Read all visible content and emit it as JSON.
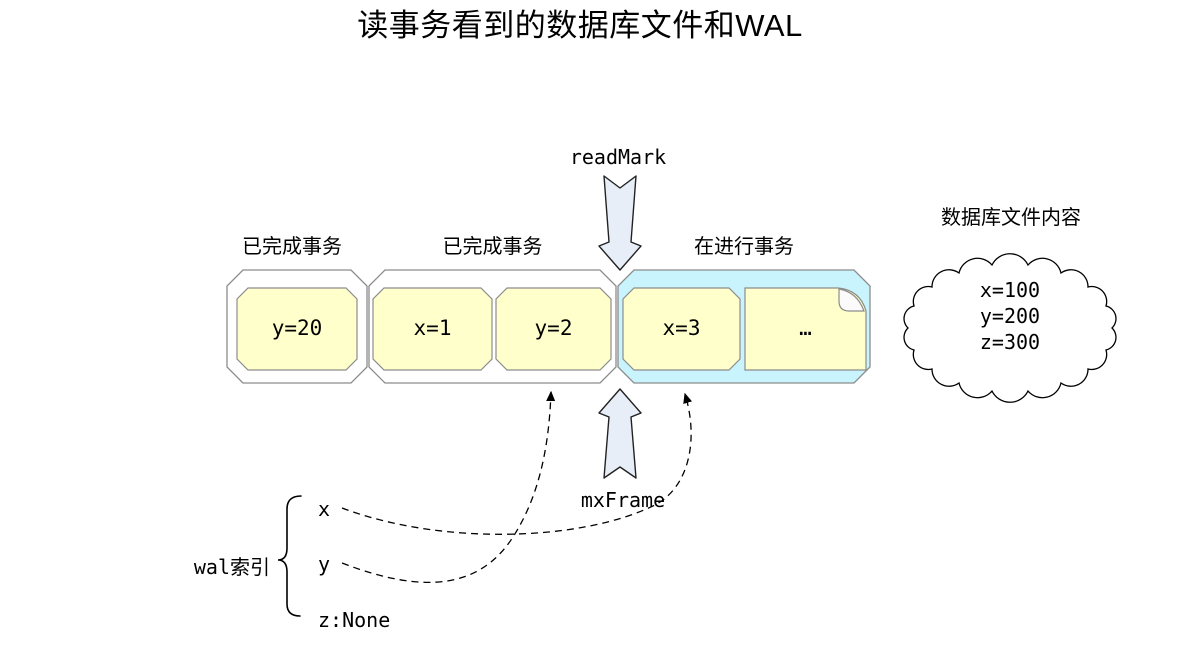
{
  "title": "读事务看到的数据库文件和WAL",
  "colors": {
    "frame_fill": "#ffffcc",
    "in_progress_fill": "#c9f4fd",
    "group_fill": "#ffffff",
    "arrow_fill": "#e8eef7",
    "page_fold_fill": "#fbfbfb",
    "border": "#8c8c8c"
  },
  "pointers": {
    "read_mark": "readMark",
    "mx_frame": "mxFrame"
  },
  "wal": {
    "groups": [
      {
        "label": "已完成事务",
        "state": "completed",
        "frames": [
          {
            "text": "y=20"
          }
        ]
      },
      {
        "label": "已完成事务",
        "state": "completed",
        "frames": [
          {
            "text": "x=1"
          },
          {
            "text": "y=2"
          }
        ]
      },
      {
        "label": "在进行事务",
        "state": "in-progress",
        "frames": [
          {
            "text": "x=3"
          },
          {
            "text": "…"
          }
        ]
      }
    ]
  },
  "db_file": {
    "label": "数据库文件内容",
    "contents": [
      "x=100",
      "y=200",
      "z=300"
    ]
  },
  "wal_index": {
    "label": "wal索引",
    "entries": [
      "x",
      "y",
      "z:None"
    ]
  }
}
